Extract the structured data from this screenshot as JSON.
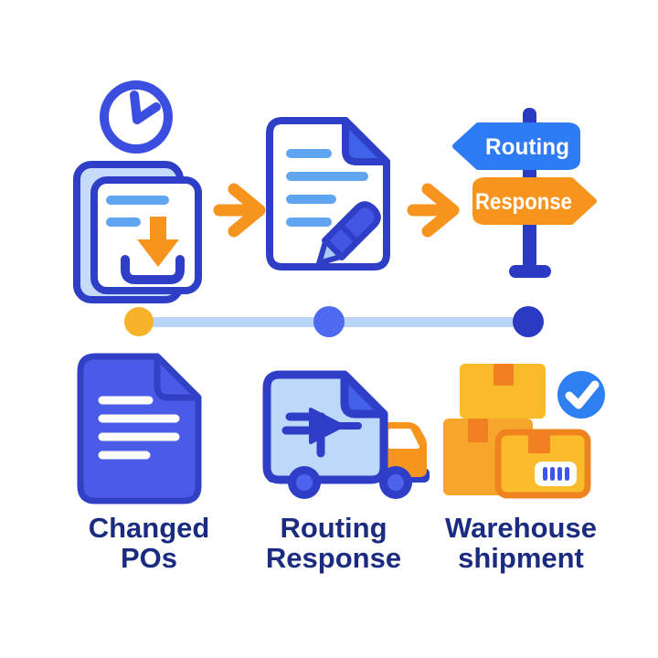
{
  "palette": {
    "outline_blue": "#2E3EC6",
    "clock_blue": "#3B4EE0",
    "navy": "#2B3AC2",
    "doc_fill_blue": "#4A5BE8",
    "doc_stroke_blue": "#3240C6",
    "fold_bright_blue": "#3E63E9",
    "light_blue_fill": "#C6DBF9",
    "truck_box_fill": "#BDD9F9",
    "light_blue_line": "#5FA5EF",
    "pencil_body_blue": "#4356E3",
    "pencil_tip_blue": "#A8CBF7",
    "sign_blue": "#2E7CF5",
    "check_blue": "#2D7FF2",
    "timeline_track": "#B9D6F8",
    "timeline_dot_yellow": "#F6B32A",
    "timeline_dot_blue": "#4D6AF0",
    "timeline_dot_navy": "#2B3AC2",
    "orange": "#F7941E",
    "deep_orange": "#F08021",
    "box_yellow_top": "#F9BB2A",
    "box_yellow_left": "#F6A72B",
    "box_front_fill": "#FBBC2C",
    "box_front_border": "#EE8320",
    "wheel_inner_blue": "#4D63EE",
    "label_navy": "#1B2C80",
    "white": "#FFFFFF"
  },
  "flow": {
    "step_icons": [
      "clock-documents-download-icon",
      "document-edit-icon",
      "signpost-icon"
    ],
    "connector_icon": "arrow-right-icon"
  },
  "signpost": {
    "top_label": "Routing",
    "bottom_label": "Response"
  },
  "timeline": {
    "dot_count": 3,
    "dot_colors": [
      "#F6B32A",
      "#4D6AF0",
      "#2B3AC2"
    ]
  },
  "items": [
    {
      "icon": "blue-document-icon",
      "label_line1": "Changed",
      "label_line2": "POs"
    },
    {
      "icon": "delivery-truck-icon",
      "label_line1": "Routing",
      "label_line2": "Response"
    },
    {
      "icon": "warehouse-boxes-icon",
      "label_line1": "Warehouse",
      "label_line2": "shipment"
    }
  ]
}
